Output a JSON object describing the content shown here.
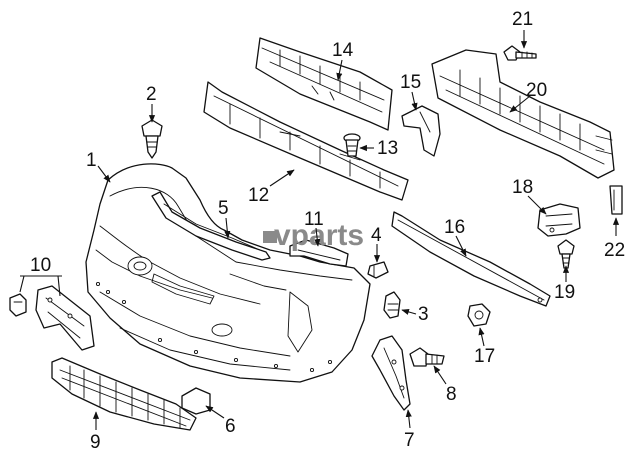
{
  "watermark": {
    "text": "vparts",
    "color": "#8a8a8a"
  },
  "callouts": [
    {
      "id": "1",
      "label": "1"
    },
    {
      "id": "2",
      "label": "2"
    },
    {
      "id": "3",
      "label": "3"
    },
    {
      "id": "4",
      "label": "4"
    },
    {
      "id": "5",
      "label": "5"
    },
    {
      "id": "6",
      "label": "6"
    },
    {
      "id": "7",
      "label": "7"
    },
    {
      "id": "8",
      "label": "8"
    },
    {
      "id": "9",
      "label": "9"
    },
    {
      "id": "10",
      "label": "10"
    },
    {
      "id": "11",
      "label": "11"
    },
    {
      "id": "12",
      "label": "12"
    },
    {
      "id": "13",
      "label": "13"
    },
    {
      "id": "14",
      "label": "14"
    },
    {
      "id": "15",
      "label": "15"
    },
    {
      "id": "16",
      "label": "16"
    },
    {
      "id": "17",
      "label": "17"
    },
    {
      "id": "18",
      "label": "18"
    },
    {
      "id": "19",
      "label": "19"
    },
    {
      "id": "20",
      "label": "20"
    },
    {
      "id": "21",
      "label": "21"
    },
    {
      "id": "22",
      "label": "22"
    }
  ]
}
